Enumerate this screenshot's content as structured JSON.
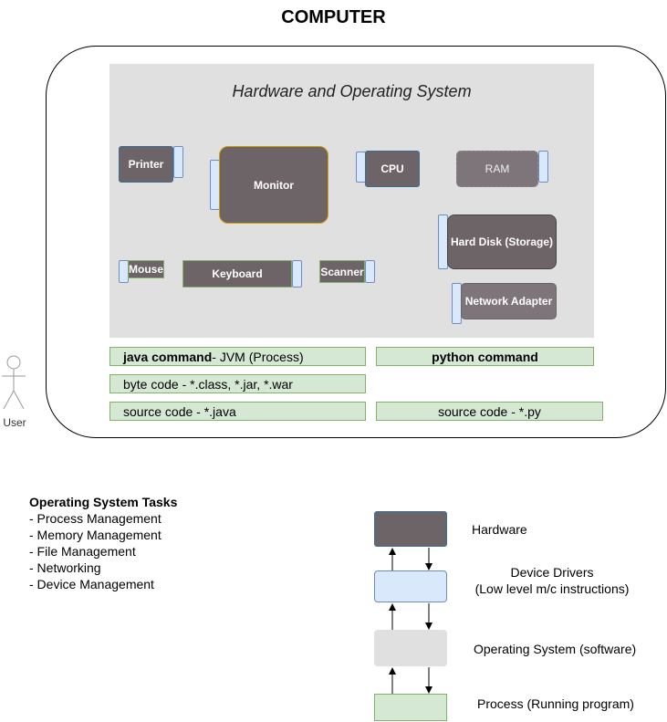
{
  "title": "COMPUTER",
  "hardware": {
    "title": "Hardware and Operating System",
    "devices": {
      "printer": "Printer",
      "monitor": "Monitor",
      "cpu": "CPU",
      "ram": "RAM",
      "hard_disk": "Hard Disk (Storage)",
      "network_adapter": "Network Adapter",
      "mouse": "Mouse",
      "keyboard": "Keyboard",
      "scanner": "Scanner"
    }
  },
  "java": {
    "command_bold": "java command",
    "command_rest": " - JVM (Process)",
    "byte_code": "byte code -  *.class, *.jar, *.war",
    "source_code": "source code -  *.java"
  },
  "python": {
    "command": "python command",
    "source_code": "source code -  *.py"
  },
  "user": {
    "label": "User"
  },
  "os_tasks": {
    "title": "Operating System Tasks",
    "items": [
      "- Process Management",
      "- Memory Management",
      "- File Management",
      "- Networking",
      "- Device Management"
    ]
  },
  "stack": {
    "hardware": "Hardware",
    "drivers_line1": "Device Drivers",
    "drivers_line2": "(Low level m/c instructions)",
    "os": "Operating System (software)",
    "process": "Process (Running program)"
  },
  "colors": {
    "device_fill": "#6d6468",
    "port_fill": "#dae8fc",
    "green_fill": "#d5e8d4",
    "green_border": "#82b366",
    "panel_fill": "#e0e0e0"
  }
}
